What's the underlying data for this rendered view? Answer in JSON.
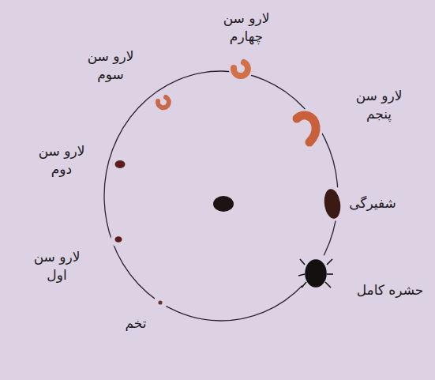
{
  "diagram": {
    "labels": [
      "تخم",
      "لارو سن اول",
      "لارو سن دوم",
      "لارو سن سوم",
      "لارو سن چهارم",
      "لارو سن پنجم",
      "شفیرگی",
      "حشره کامل"
    ]
  }
}
